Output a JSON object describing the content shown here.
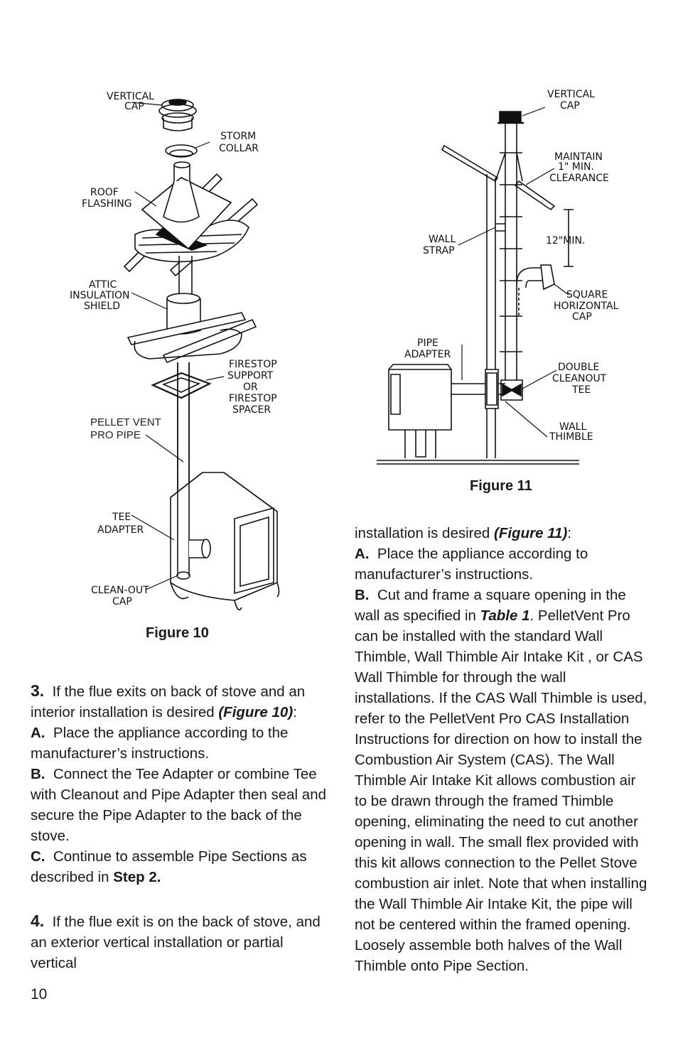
{
  "figure10": {
    "caption": "Figure 10",
    "labels": {
      "vertical_cap": [
        "VERTICAL",
        "CAP"
      ],
      "storm_collar": [
        "STORM",
        "COLLAR"
      ],
      "roof_flashing": [
        "ROOF",
        "FLASHING"
      ],
      "attic_shield": [
        "ATTIC",
        "INSULATION",
        "SHIELD"
      ],
      "firestop": [
        "FIRESTOP",
        "SUPPORT",
        "OR",
        "FIRESTOP",
        "SPACER"
      ],
      "pellet_vent": [
        "PELLET VENT",
        "PRO PIPE"
      ],
      "tee_adapter": [
        "TEE",
        "ADAPTER"
      ],
      "cleanout_cap": [
        "CLEAN-OUT",
        "CAP"
      ]
    }
  },
  "figure11": {
    "caption": "Figure 11",
    "labels": {
      "vertical_cap": [
        "VERTICAL",
        "CAP"
      ],
      "clearance": [
        "MAINTAIN",
        "1\"  MIN.",
        "CLEARANCE"
      ],
      "wall_strap": [
        "WALL",
        "STRAP"
      ],
      "twelve_min": "12\"MIN.",
      "square_cap": [
        "SQUARE",
        "HORIZONTAL",
        "CAP"
      ],
      "pipe_adapter": [
        "PIPE",
        "ADAPTER"
      ],
      "double_tee": [
        "DOUBLE",
        "CLEANOUT",
        "TEE"
      ],
      "wall_thimble": [
        "WALL",
        "THIMBLE"
      ]
    }
  },
  "step3": {
    "num": "3.",
    "intro": "If the flue exits on back of stove and an interior installation is desired ",
    "intro_ref": "(Figure 10)",
    "intro_end": ":",
    "a_label": "A.",
    "a_text": "Place the appliance according to the manufacturer’s instructions.",
    "b_label": "B.",
    "b_text": "Connect the Tee Adapter or combine Tee with Cleanout and Pipe Adapter then seal and secure the Pipe Adapter to the back of the stove.",
    "c_label": "C.",
    "c_text": "Continue to assemble Pipe Sections as described in ",
    "c_ref": "Step 2."
  },
  "step4": {
    "num": "4.",
    "intro": "If the flue exit is on the back of stove, and an exterior vertical installation or partial vertical"
  },
  "right_column": {
    "intro": "installation is desired ",
    "intro_ref": "(Figure 11)",
    "intro_end": ":",
    "a_label": "A.",
    "a_text": "Place the appliance according to manufacturer’s instructions.",
    "b_label": "B.",
    "b_text_1": "Cut and frame a square opening in the wall as specified in ",
    "b_ref": "Table 1",
    "b_text_2": ". PelletVent Pro can be installed with the standard Wall Thimble, Wall Thimble Air Intake Kit , or CAS Wall Thimble for through the wall installations. If the CAS Wall Thimble is used, refer to the PelletVent Pro CAS Installation Instructions for direction on how to install the Combustion Air System (CAS). The Wall Thimble Air Intake Kit allows combustion air to be drawn through the framed Thimble opening, eliminating the need to cut another opening in wall. The small flex provided with this kit allows connection to the Pellet Stove combustion air inlet. Note that when installing the Wall Thimble Air Intake Kit, the pipe will not be centered within the framed opening. Loosely assemble both halves of the Wall Thimble onto Pipe Section."
  },
  "page_number": "10"
}
